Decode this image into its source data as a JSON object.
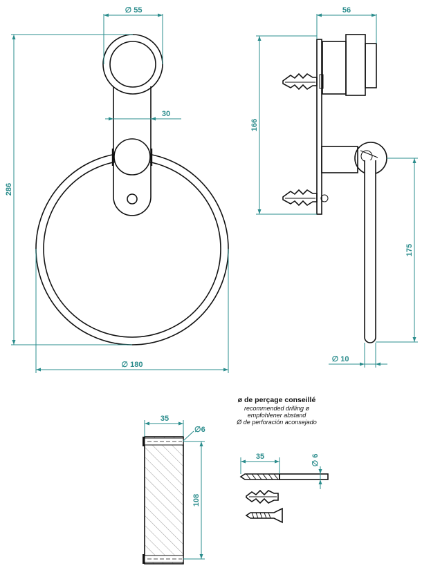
{
  "dimensions": {
    "top_diameter": "∅ 55",
    "stem_width": "30",
    "overall_height": "286",
    "ring_diameter": "∅ 180",
    "side_depth": "56",
    "side_mount_height": "166",
    "side_ring_height": "175",
    "rod_diameter": "∅ 10",
    "plate_width": "35",
    "hole_diameter": "∅6",
    "plate_height": "108",
    "drill_length": "35",
    "drill_diameter": "∅ 6"
  },
  "drilling_note": {
    "title": "ø de perçage conseillé",
    "line_en": "recommended drilling ø",
    "line_de": "empfohlener abstand",
    "line_es": "Ø de perforación aconsejado"
  },
  "colors": {
    "dimension": "#2a8c8c",
    "line": "#111111"
  }
}
